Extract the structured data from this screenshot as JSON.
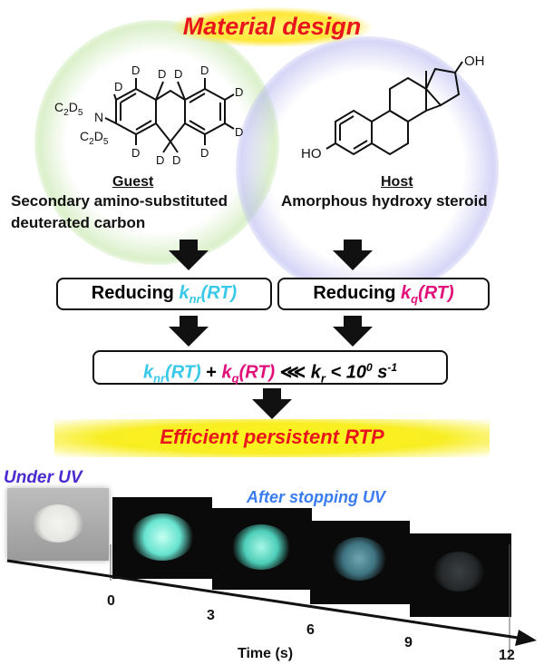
{
  "title": "Material design",
  "guest": {
    "molecule_labels": [
      "D",
      "D",
      "D",
      "D",
      "D",
      "D",
      "D",
      "D",
      "D",
      "D",
      "D",
      "N"
    ],
    "group_top_main": "C",
    "group_top_sub1": "2",
    "group_top_mid": "D",
    "group_top_sub2": "5",
    "group_bottom_main": "C",
    "group_bottom_sub1": "2",
    "group_bottom_mid": "D",
    "group_bottom_sub2": "5",
    "heading": "Guest",
    "description_line1": "Secondary amino-substituted",
    "description_line2": "deuterated carbon"
  },
  "host": {
    "oh_top": "OH",
    "oh_left": "HO",
    "heading": "Host",
    "description": "Amorphous hydroxy steroid"
  },
  "reduce_knr": {
    "prefix": "Reducing ",
    "k": "k",
    "sub": "nr",
    "suffix": "(RT)"
  },
  "reduce_kq": {
    "prefix": "Reducing ",
    "k": "k",
    "sub": "q",
    "suffix": "(RT)"
  },
  "equation": {
    "k1": "k",
    "k1_sub": "nr",
    "k1_suffix": "(RT)",
    "plus": " + ",
    "k2": "k",
    "k2_sub": "q",
    "k2_suffix": "(RT)",
    "much_less": " ⋘ ",
    "k3": "k",
    "k3_sub": "r",
    "lt": " < 10",
    "exp": "0",
    "unit": " s",
    "unit_exp": "-1"
  },
  "result": "Efficient persistent RTP",
  "under_uv": "Under UV",
  "after_uv": "After stopping UV",
  "time_axis": {
    "label": "Time (s)",
    "ticks": [
      "0",
      "3",
      "6",
      "9",
      "12"
    ]
  },
  "colors": {
    "red": "#e8161c",
    "cyan": "#38c8e8",
    "magenta": "#e0107a",
    "under_uv_purple": "#4b2bd0",
    "after_uv_blue": "#3a7cf0",
    "glow_yellow": "#fff61e"
  },
  "photos_afterglow_intensity": [
    1.0,
    0.85,
    0.45,
    0.1
  ]
}
